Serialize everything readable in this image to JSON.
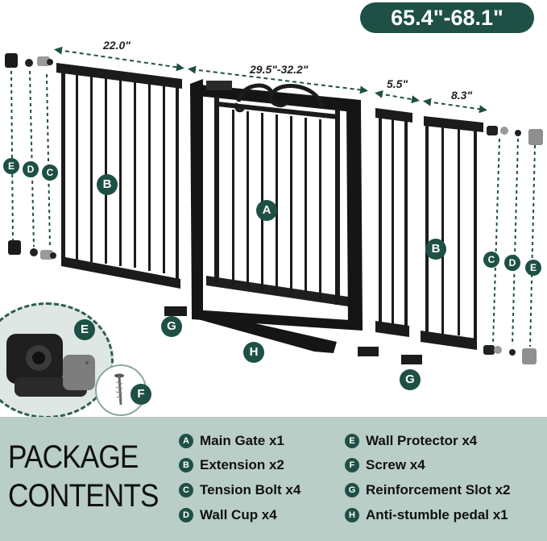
{
  "total_size": "65.4\"-68.1\"",
  "dimensions": {
    "left_extension": "22.0\"",
    "main_gate": "29.5\"-32.2\"",
    "small_extension": "5.5\"",
    "right_extension": "8.3\""
  },
  "diagram_labels": {
    "a": "A",
    "b": "B",
    "c": "C",
    "d": "D",
    "e": "E",
    "f": "F",
    "g": "G",
    "h": "H"
  },
  "package": {
    "title_line1": "PACKAGE",
    "title_line2": "CONTENTS",
    "items": [
      {
        "letter": "A",
        "text": "Main Gate x1"
      },
      {
        "letter": "B",
        "text": "Extension x2"
      },
      {
        "letter": "C",
        "text": "Tension Bolt x4"
      },
      {
        "letter": "D",
        "text": "Wall Cup x4"
      },
      {
        "letter": "E",
        "text": "Wall Protector x4"
      },
      {
        "letter": "F",
        "text": "Screw x4"
      },
      {
        "letter": "G",
        "text": "Reinforcement Slot x2"
      },
      {
        "letter": "H",
        "text": "Anti-stumble pedal x1"
      }
    ]
  },
  "colors": {
    "accent": "#1e5045",
    "panel_bg": "#b9cec7",
    "metal": "#1b1b1b"
  }
}
